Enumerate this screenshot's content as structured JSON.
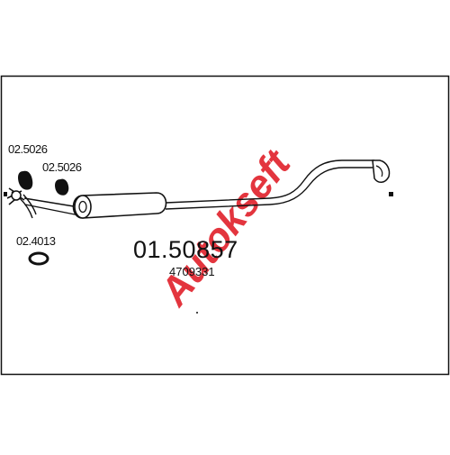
{
  "part_number": "01.50857",
  "oem_number": "4709331",
  "component_labels": {
    "clamp_upper": "02.5026",
    "clamp_lower": "02.5026",
    "gasket": "02.4013"
  },
  "watermark_text": "Autokseft",
  "colors": {
    "line": "#111111",
    "watermark_red": "#e0202a",
    "background": "#ffffff"
  }
}
